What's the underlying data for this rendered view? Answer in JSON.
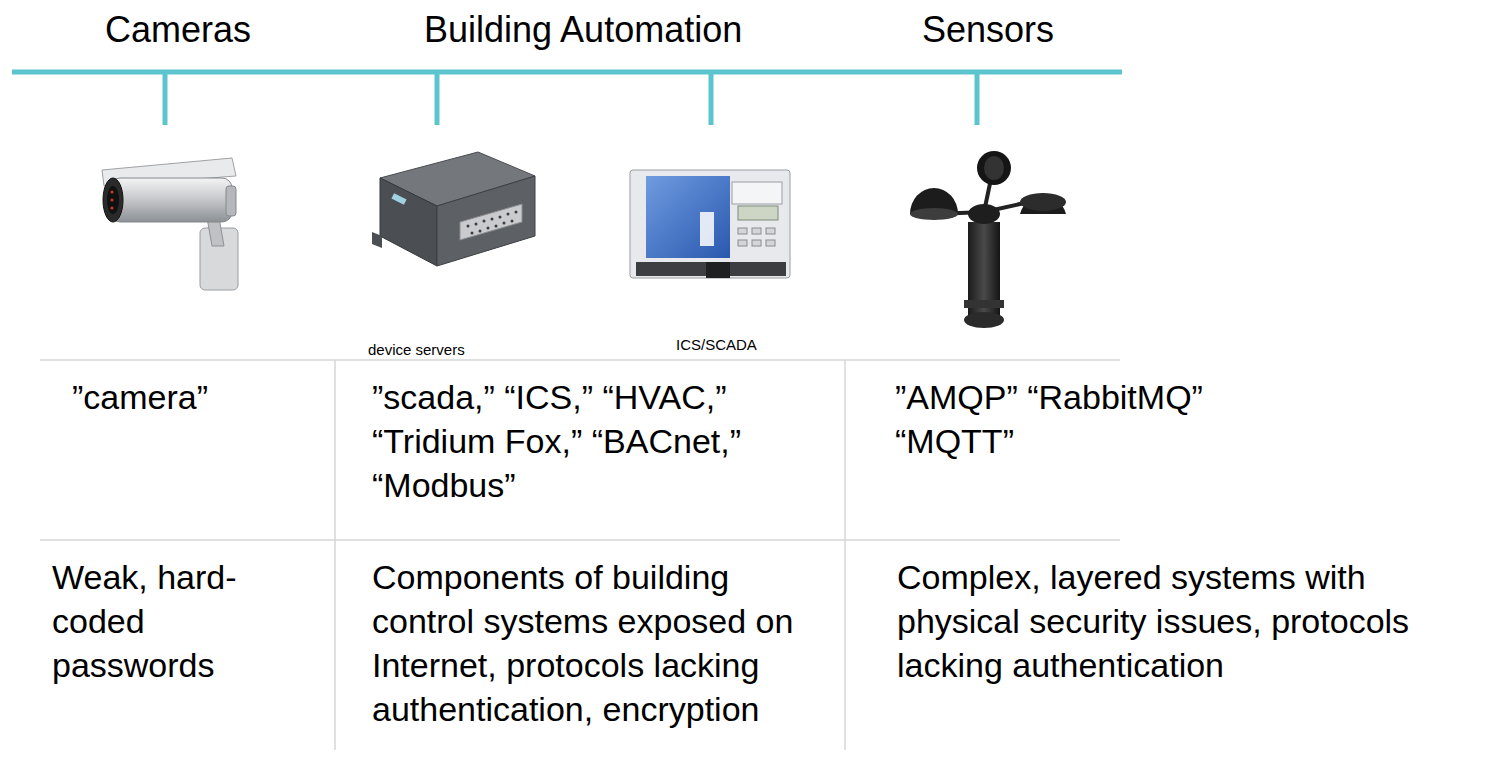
{
  "diagram": {
    "labels": [
      "Cameras",
      "Building Automation",
      "Sensors",
      "device servers",
      "ICS/SCADA",
      "”camera”",
      "”scada,” “ICS,” “HVAC,” “Tridium Fox,” “BACnet,” “Modbus”",
      "”AMQP” “RabbitMQ” “MQTT”",
      "Weak, hard-coded passwords",
      "Components of building control systems exposed on Internet, protocols lacking authentication, encryption",
      "Complex, layered systems with physical security issues, protocols lacking authentication"
    ]
  }
}
